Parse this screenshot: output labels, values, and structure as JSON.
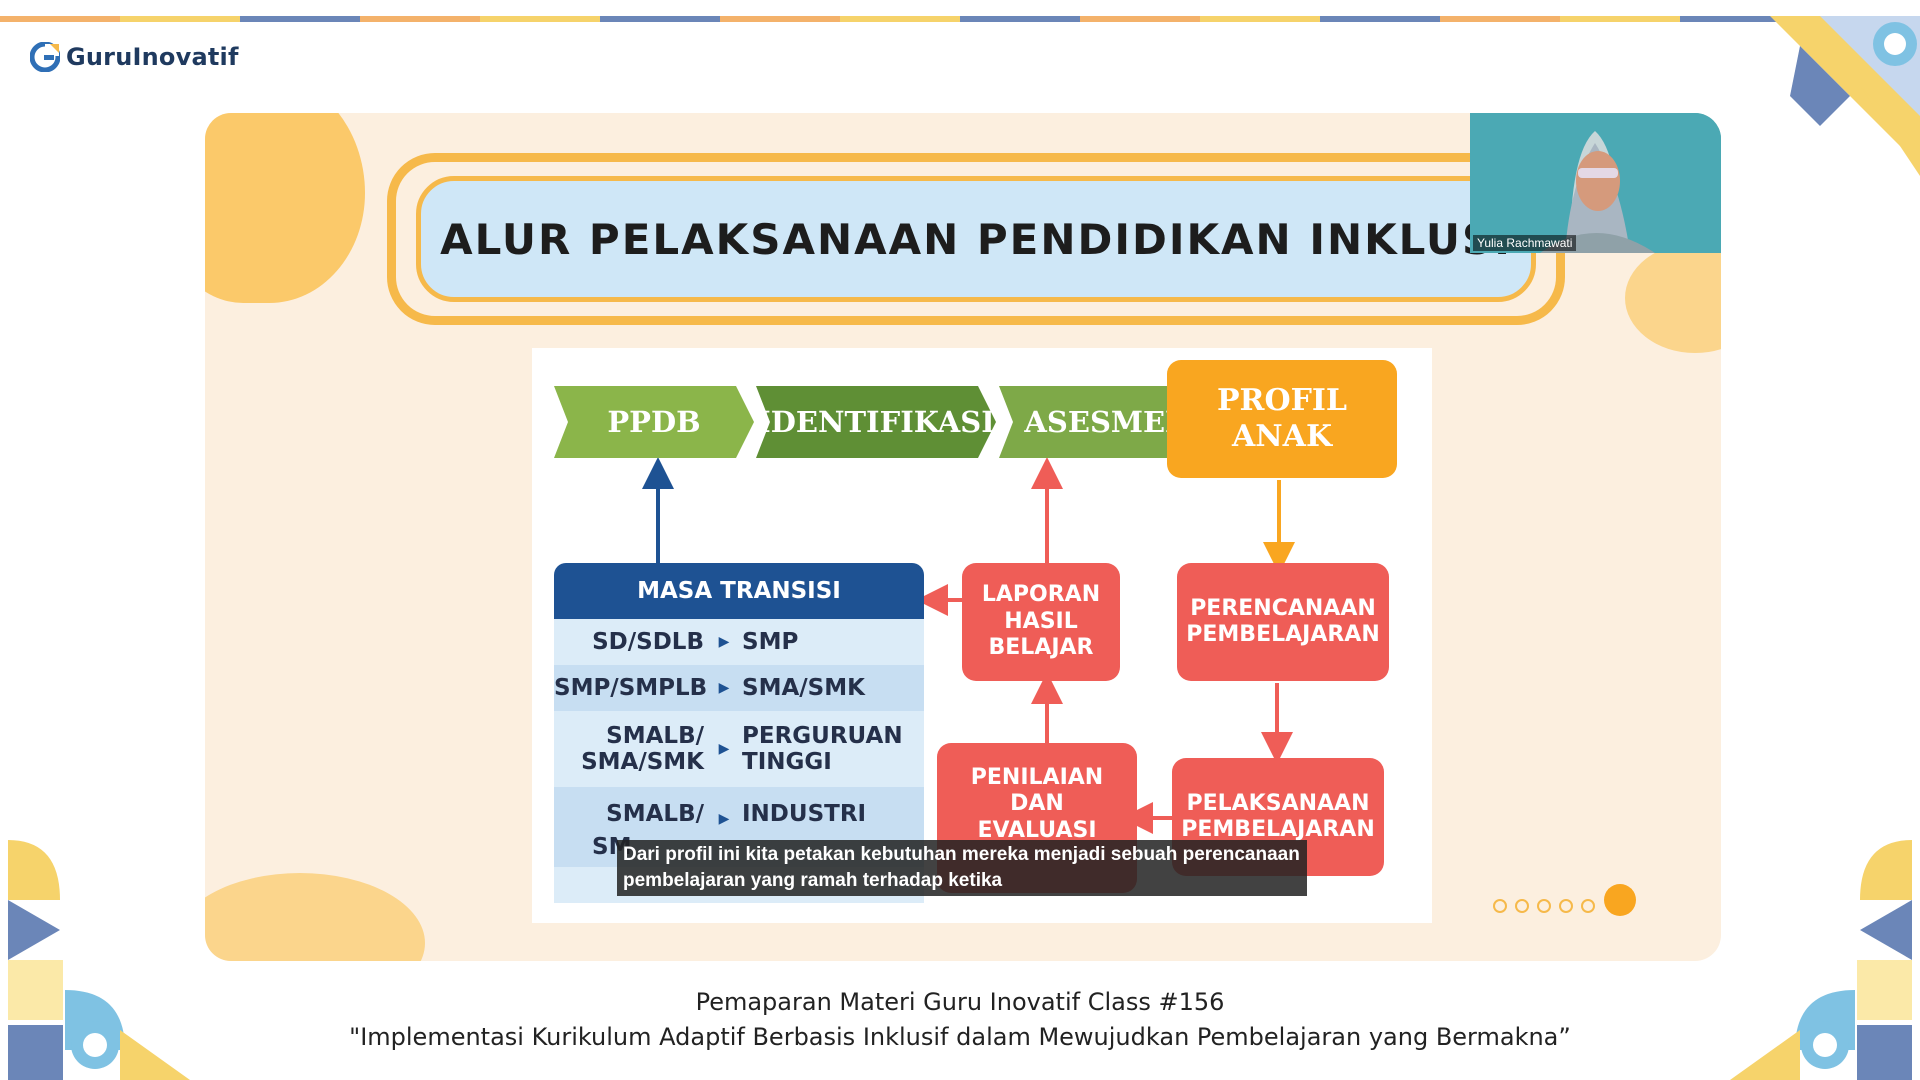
{
  "brand": {
    "name": "GuruInovatif"
  },
  "slide": {
    "title": "ALUR PELAKSANAAN PENDIDIKAN INKLUSI",
    "flow": [
      "PPDB",
      "IDENTIFIKASI",
      "ASESMEN"
    ],
    "profil": [
      "PROFIL",
      "ANAK"
    ],
    "perencanaan": [
      "PERENCANAAN",
      "PEMBELAJARAN"
    ],
    "pelaksanaan": [
      "PELAKSANAAN",
      "PEMBELAJARAN"
    ],
    "laporan": [
      "LAPORAN",
      "HASIL",
      "BELAJAR"
    ],
    "penilaian": [
      "PENILAIAN",
      "DAN",
      "EVALUASI"
    ],
    "masa_transisi": {
      "title": "MASA TRANSISI",
      "rows": [
        {
          "from": "SD/SDLB",
          "to": "SMP"
        },
        {
          "from": "SMP/SMPLB",
          "to": "SMA/SMK"
        },
        {
          "from": "SMALB/ SMA/SMK",
          "to": "PERGURUAN TINGGI"
        },
        {
          "from": "SMALB/",
          "to": "INDUSTRI"
        }
      ],
      "partial_text": "SM"
    },
    "caption_line1": "Dari profil ini kita petakan kebutuhan mereka menjadi sebuah perencanaan",
    "caption_line2": "pembelajaran yang ramah terhadap ketika"
  },
  "webcam": {
    "name": "Yulia Rachmawati"
  },
  "footer": {
    "line1": "Pemaparan Materi Guru Inovatif Class #156",
    "line2": "\"Implementasi Kurikulum Adaptif Berbasis Inklusif dalam Mewujudkan Pembelajaran yang Bermakna”"
  },
  "colors": {
    "green_light": "#8bb54a",
    "green_dark": "#5f8f35",
    "orange": "#f9a620",
    "red": "#ef5d57",
    "navy": "#1e5293",
    "brand_navy": "#1f3a5f"
  }
}
